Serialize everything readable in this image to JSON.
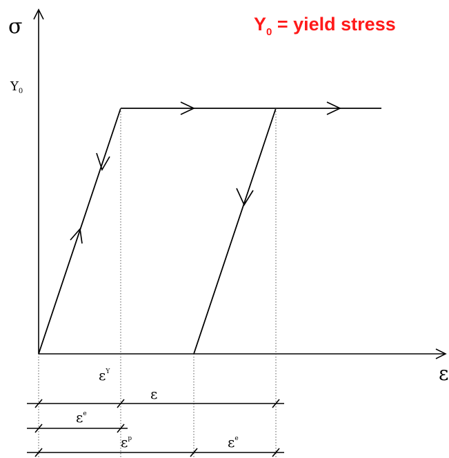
{
  "diagram": {
    "title": {
      "text_main": "Y",
      "text_sub": "0",
      "text_rest": " = yield stress",
      "color": "#ff1a1a"
    },
    "axes": {
      "y_label": "σ",
      "x_label": "ε",
      "yield_label_main": "Y",
      "yield_label_sub": "0"
    },
    "tick_labels": {
      "eps_y_main": "ε",
      "eps_y_sup": "Y"
    },
    "dimension_labels": {
      "total_strain": "ε",
      "elastic_strain_main": "ε",
      "elastic_strain_sup": "e",
      "plastic_strain_main": "ε",
      "plastic_strain_sup": "p",
      "recovered_elastic_main": "ε",
      "recovered_elastic_sup": "e"
    },
    "colors": {
      "line": "#000000",
      "accent": "#ff1a1a"
    }
  }
}
